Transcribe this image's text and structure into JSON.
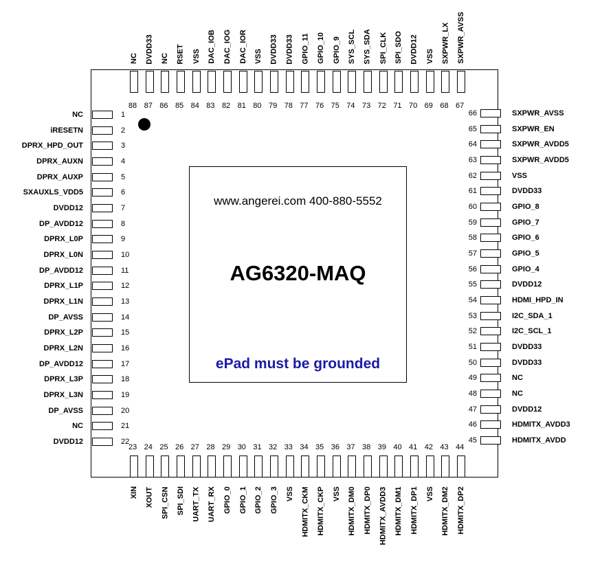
{
  "chip": {
    "website": "www.angerei.com  400-880-5552",
    "part_number": "AG6320-MAQ",
    "epad_note": "ePad must be grounded"
  },
  "pins": {
    "left": [
      {
        "num": "1",
        "name": "NC"
      },
      {
        "num": "2",
        "name": "iRESETN"
      },
      {
        "num": "3",
        "name": "DPRX_HPD_OUT"
      },
      {
        "num": "4",
        "name": "DPRX_AUXN"
      },
      {
        "num": "5",
        "name": "DPRX_AUXP"
      },
      {
        "num": "6",
        "name": "SXAUXLS_VDD5"
      },
      {
        "num": "7",
        "name": "DVDD12"
      },
      {
        "num": "8",
        "name": "DP_AVDD12"
      },
      {
        "num": "9",
        "name": "DPRX_L0P"
      },
      {
        "num": "10",
        "name": "DPRX_L0N"
      },
      {
        "num": "11",
        "name": "DP_AVDD12"
      },
      {
        "num": "12",
        "name": "DPRX_L1P"
      },
      {
        "num": "13",
        "name": "DPRX_L1N"
      },
      {
        "num": "14",
        "name": "DP_AVSS"
      },
      {
        "num": "15",
        "name": "DPRX_L2P"
      },
      {
        "num": "16",
        "name": "DPRX_L2N"
      },
      {
        "num": "17",
        "name": "DP_AVDD12"
      },
      {
        "num": "18",
        "name": "DPRX_L3P"
      },
      {
        "num": "19",
        "name": "DPRX_L3N"
      },
      {
        "num": "20",
        "name": "DP_AVSS"
      },
      {
        "num": "21",
        "name": "NC"
      },
      {
        "num": "22",
        "name": "DVDD12"
      }
    ],
    "bottom": [
      {
        "num": "23",
        "name": "XIN"
      },
      {
        "num": "24",
        "name": "XOUT"
      },
      {
        "num": "25",
        "name": "SPI_CSN"
      },
      {
        "num": "26",
        "name": "SPI_SDI"
      },
      {
        "num": "27",
        "name": "UART_TX"
      },
      {
        "num": "28",
        "name": "UART_RX"
      },
      {
        "num": "29",
        "name": "GPIO_0"
      },
      {
        "num": "30",
        "name": "GPIO_1"
      },
      {
        "num": "31",
        "name": "GPIO_2"
      },
      {
        "num": "32",
        "name": "GPIO_3"
      },
      {
        "num": "33",
        "name": "VSS"
      },
      {
        "num": "34",
        "name": "HDMITX_CKM"
      },
      {
        "num": "35",
        "name": "HDMITX_CKP"
      },
      {
        "num": "36",
        "name": "VSS"
      },
      {
        "num": "37",
        "name": "HDMITX_DM0"
      },
      {
        "num": "38",
        "name": "HDMITX_DP0"
      },
      {
        "num": "39",
        "name": "HDMITX_AVDD3"
      },
      {
        "num": "40",
        "name": "HDMITX_DM1"
      },
      {
        "num": "41",
        "name": "HDMITX_DP1"
      },
      {
        "num": "42",
        "name": "VSS"
      },
      {
        "num": "43",
        "name": "HDMITX_DM2"
      },
      {
        "num": "44",
        "name": "HDMITX_DP2"
      }
    ],
    "right": [
      {
        "num": "45",
        "name": "HDMITX_AVDD"
      },
      {
        "num": "46",
        "name": "HDMITX_AVDD3"
      },
      {
        "num": "47",
        "name": "DVDD12"
      },
      {
        "num": "48",
        "name": "NC"
      },
      {
        "num": "49",
        "name": "NC"
      },
      {
        "num": "50",
        "name": "DVDD33"
      },
      {
        "num": "51",
        "name": "DVDD33"
      },
      {
        "num": "52",
        "name": "I2C_SCL_1"
      },
      {
        "num": "53",
        "name": "I2C_SDA_1"
      },
      {
        "num": "54",
        "name": "HDMI_HPD_IN"
      },
      {
        "num": "55",
        "name": "DVDD12"
      },
      {
        "num": "56",
        "name": "GPIO_4"
      },
      {
        "num": "57",
        "name": "GPIO_5"
      },
      {
        "num": "58",
        "name": "GPIO_6"
      },
      {
        "num": "59",
        "name": "GPIO_7"
      },
      {
        "num": "60",
        "name": "GPIO_8"
      },
      {
        "num": "61",
        "name": "DVDD33"
      },
      {
        "num": "62",
        "name": "VSS"
      },
      {
        "num": "63",
        "name": "SXPWR_AVDD5"
      },
      {
        "num": "64",
        "name": "SXPWR_AVDD5"
      },
      {
        "num": "65",
        "name": "SXPWR_EN"
      },
      {
        "num": "66",
        "name": "SXPWR_AVSS"
      }
    ],
    "top": [
      {
        "num": "67",
        "name": "SXPWR_AVSS"
      },
      {
        "num": "68",
        "name": "SXPWR_LX"
      },
      {
        "num": "69",
        "name": "VSS"
      },
      {
        "num": "70",
        "name": "DVDD12"
      },
      {
        "num": "71",
        "name": "SPI_SDO"
      },
      {
        "num": "72",
        "name": "SPI_CLK"
      },
      {
        "num": "73",
        "name": "SYS_SDA"
      },
      {
        "num": "74",
        "name": "SYS_SCL"
      },
      {
        "num": "75",
        "name": "GPIO_9"
      },
      {
        "num": "76",
        "name": "GPIO_10"
      },
      {
        "num": "77",
        "name": "GPIO_11"
      },
      {
        "num": "78",
        "name": "DVDD33"
      },
      {
        "num": "79",
        "name": "DVDD33"
      },
      {
        "num": "80",
        "name": "VSS"
      },
      {
        "num": "81",
        "name": "DAC_IOR"
      },
      {
        "num": "82",
        "name": "DAC_IOG"
      },
      {
        "num": "83",
        "name": "DAC_IOB"
      },
      {
        "num": "84",
        "name": "VSS"
      },
      {
        "num": "85",
        "name": "RSET"
      },
      {
        "num": "86",
        "name": "NC"
      },
      {
        "num": "87",
        "name": "DVDD33"
      },
      {
        "num": "88",
        "name": "NC"
      }
    ]
  }
}
